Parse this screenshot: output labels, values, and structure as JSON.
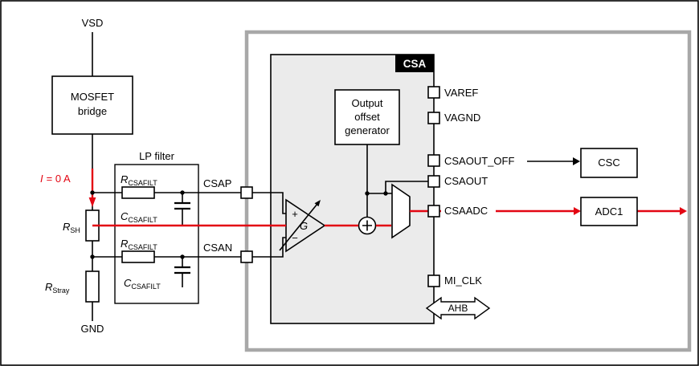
{
  "figure": {
    "colors": {
      "signal_highlight": "#e30613",
      "chip_boundary": "#a8a8a8",
      "csa_block_fill": "#ebebeb",
      "csa_tag_bg": "#000000"
    },
    "external": {
      "vsd": "VSD",
      "gnd": "GND",
      "mosfet_line1": "MOSFET",
      "mosfet_line2": "bridge",
      "current_i": "I",
      "current_rest": "= 0 A",
      "r_sh_base": "R",
      "r_sh_sub": "SH",
      "r_stray_base": "R",
      "r_stray_sub": "Stray"
    },
    "lp_filter": {
      "title": "LP filter",
      "r_base": "R",
      "r_sub": "CSAFILT",
      "c_base": "C",
      "c_sub": "CSAFILT"
    },
    "pins": {
      "csap": "CSAP",
      "csan": "CSAN",
      "varef": "VAREF",
      "vagnd": "VAGND",
      "csaout_off": "CSAOUT_OFF",
      "csaout": "CSAOUT",
      "csaadc": "CSAADC",
      "mi_clk": "MI_CLK"
    },
    "csa": {
      "tag": "CSA",
      "offset_line1": "Output",
      "offset_line2": "offset",
      "offset_line3": "generator",
      "gain": "G",
      "amp_plus": "+",
      "amp_minus": "−"
    },
    "blocks": {
      "csc": "CSC",
      "adc1": "ADC1",
      "ahb": "AHB"
    }
  }
}
